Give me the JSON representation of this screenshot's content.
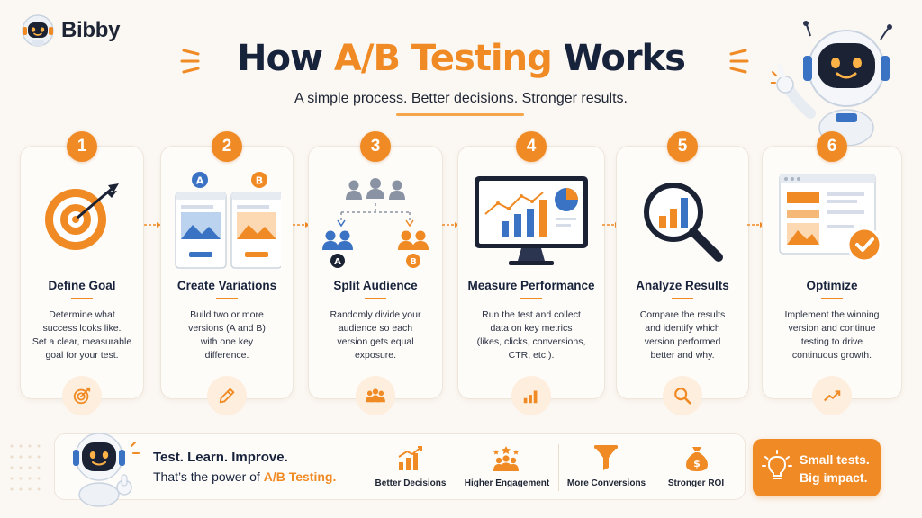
{
  "brand": {
    "name": "Bibby",
    "logo_icon": "robot-face-icon"
  },
  "header": {
    "title_part1": "How ",
    "title_accent": "A/B Testing",
    "title_part2": " Works",
    "subtitle": "A simple process. Better decisions. Stronger results."
  },
  "colors": {
    "accent": "#f08a24",
    "navy": "#17223b",
    "background": "#fbf7f2",
    "blue": "#3a72c4"
  },
  "steps": [
    {
      "number": "1",
      "title": "Define Goal",
      "lines": [
        "Determine what",
        "success looks like.",
        "Set a clear, measurable",
        "goal for your test."
      ],
      "illustration": "target-with-arrow",
      "icon": "target-icon"
    },
    {
      "number": "2",
      "title": "Create Variations",
      "lines": [
        "Build two or more",
        "versions (A and B)",
        "with one key",
        "difference."
      ],
      "variant_a": "A",
      "variant_b": "B",
      "illustration": "two-page-variants",
      "icon": "pencil-icon"
    },
    {
      "number": "3",
      "title": "Split Audience",
      "lines": [
        "Randomly divide your",
        "audience so each",
        "version gets equal",
        "exposure."
      ],
      "group_a": "A",
      "group_b": "B",
      "illustration": "audience-split",
      "icon": "people-icon"
    },
    {
      "number": "4",
      "title": "Measure Performance",
      "lines": [
        "Run the test and collect",
        "data on key metrics",
        "(likes, clicks, conversions,",
        "CTR, etc.)."
      ],
      "illustration": "monitor-dashboard",
      "icon": "bar-chart-icon"
    },
    {
      "number": "5",
      "title": "Analyze Results",
      "lines": [
        "Compare the results",
        "and identify which",
        "version performed",
        "better and why."
      ],
      "illustration": "magnifier-chart",
      "icon": "magnifier-icon"
    },
    {
      "number": "6",
      "title": "Optimize",
      "lines": [
        "Implement the winning",
        "version and continue",
        "testing to drive",
        "continuous growth."
      ],
      "illustration": "browser-with-check",
      "icon": "trend-up-icon"
    }
  ],
  "banner": {
    "title": "Test. Learn. Improve.",
    "sub_prefix": "That’s the power of ",
    "sub_accent": "A/B Testing.",
    "benefits": [
      {
        "label": "Better Decisions",
        "icon": "growth-bars-icon"
      },
      {
        "label": "Higher Engagement",
        "icon": "engaged-people-icon"
      },
      {
        "label": "More Conversions",
        "icon": "funnel-icon"
      },
      {
        "label": "Stronger ROI",
        "icon": "money-bag-icon"
      }
    ]
  },
  "cta": {
    "line1": "Small tests.",
    "line2": "Big impact.",
    "icon": "lightbulb-icon"
  }
}
